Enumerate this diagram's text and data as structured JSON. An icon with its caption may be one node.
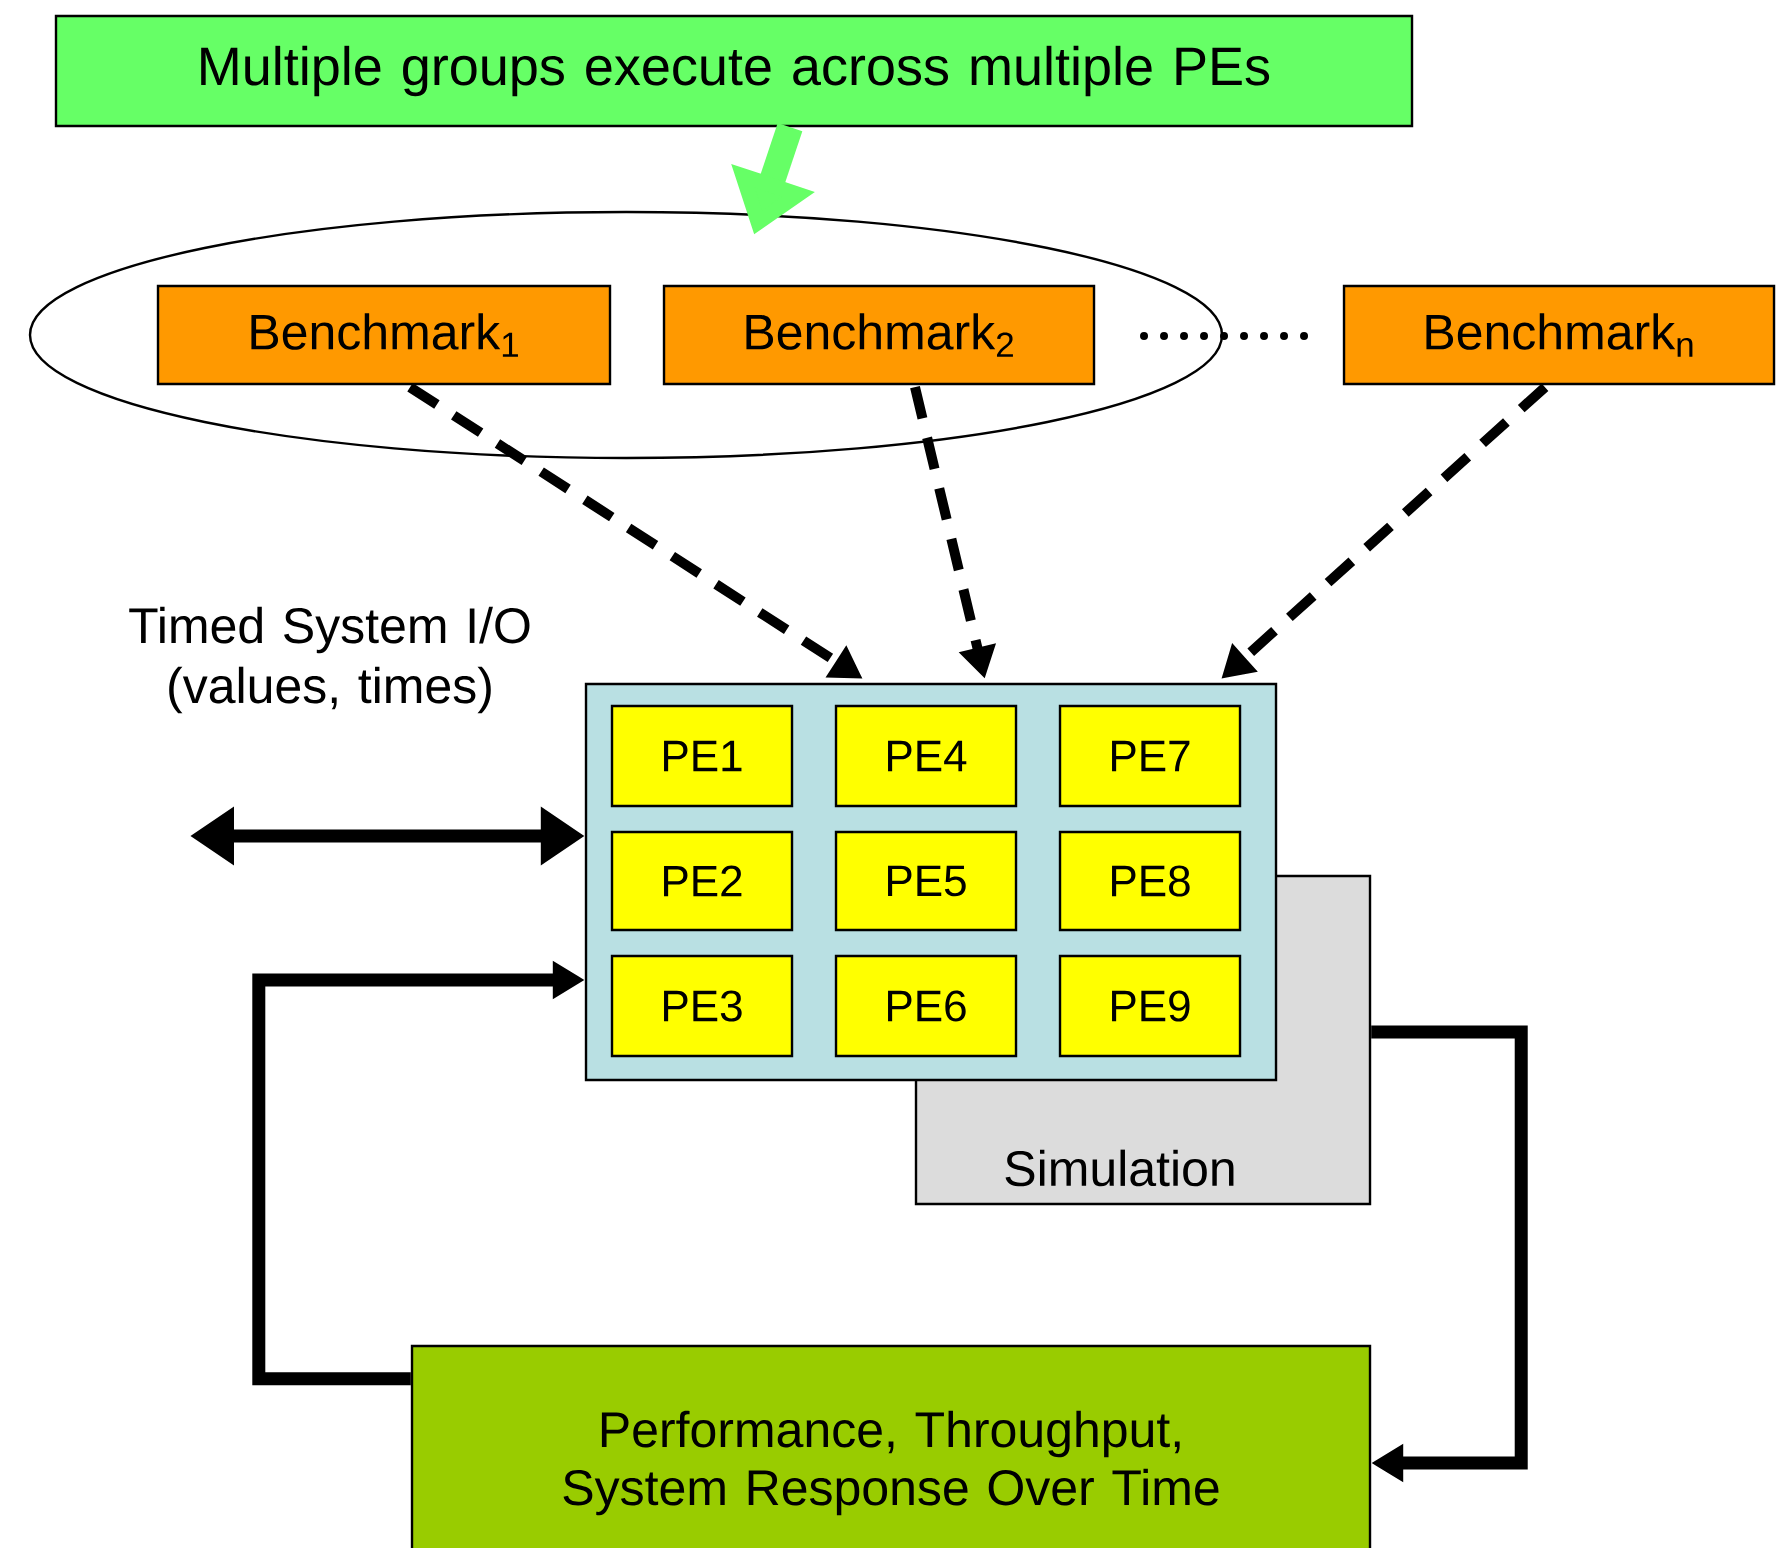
{
  "diagram": {
    "nodes": [
      {
        "text": [
          "Multiple groups execute across multiple PEs"
        ]
      },
      {
        "text": [],
        "shape": "ellipse"
      },
      {
        "text": [
          "Benchmark$_{1}$"
        ],
        "in": 1
      },
      {
        "text": [
          "Benchmark$_{2}$"
        ],
        "in": 1
      },
      {
        "text": [
          "Benchmark$_{n}$"
        ]
      },
      {
        "text": [],
        "shape": "box"
      },
      {
        "text": [
          "PE1"
        ],
        "in": 5
      },
      {
        "text": [
          "PE4"
        ],
        "in": 5
      },
      {
        "text": [
          "PE7"
        ],
        "in": 5
      },
      {
        "text": [
          "PE2"
        ],
        "in": 5
      },
      {
        "text": [
          "PE5"
        ],
        "in": 5
      },
      {
        "text": [
          "PE8"
        ],
        "in": 5
      },
      {
        "text": [
          "PE3"
        ],
        "in": 5
      },
      {
        "text": [
          "PE6"
        ],
        "in": 5
      },
      {
        "text": [
          "PE9"
        ]
      },
      {
        "text": [
          "Simulation"
        ]
      },
      {
        "text": [
          "Performance, Throughput, System Response Over Time"
        ]
      }
    ],
    "edges": [
      {
        "from": 0,
        "to": 1,
        "arrow": "to",
        "style": "thick",
        "color": "#66ff66"
      },
      {
        "from": 2,
        "to": 5,
        "arrow": "to",
        "style": "dashed"
      },
      {
        "from": 3,
        "to": 5,
        "arrow": "to",
        "style": "dashed"
      },
      {
        "from": 4,
        "to": 5,
        "arrow": "to",
        "style": "dashed"
      },
      {
        "from": null,
        "to": 5,
        "arrow": "both",
        "label": "Timed System I/O (values, times)"
      },
      {
        "from": 15,
        "to": 16,
        "arrow": "to"
      },
      {
        "from": 16,
        "to": 5,
        "arrow": "to"
      }
    ]
  }
}
